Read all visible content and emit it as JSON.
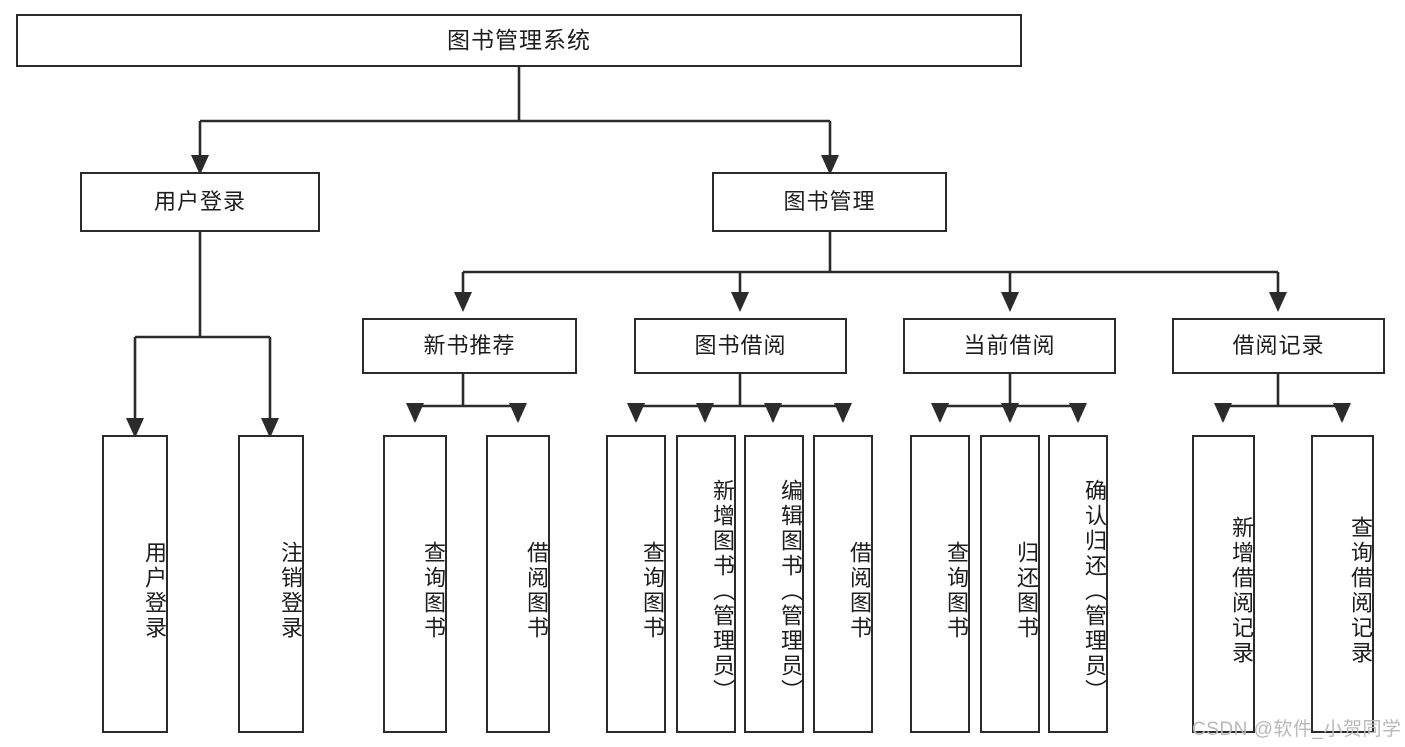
{
  "diagram": {
    "title": "图书管理系统",
    "type": "tree",
    "levels": {
      "root": {
        "label": "图书管理系统"
      },
      "level2": [
        {
          "label": "用户登录"
        },
        {
          "label": "图书管理"
        }
      ],
      "level3": [
        {
          "label": "新书推荐"
        },
        {
          "label": "图书借阅"
        },
        {
          "label": "当前借阅"
        },
        {
          "label": "借阅记录"
        }
      ]
    },
    "leaves": {
      "user_login": [
        {
          "label": "用户登录"
        },
        {
          "label": "注销登录"
        }
      ],
      "new_book_recommend": [
        {
          "label": "查询图书"
        },
        {
          "label": "借阅图书"
        }
      ],
      "book_borrow": [
        {
          "label": "查询图书"
        },
        {
          "label": "新增图书（管理员）"
        },
        {
          "label": "编辑图书（管理员）"
        },
        {
          "label": "借阅图书"
        }
      ],
      "current_borrow": [
        {
          "label": "查询图书"
        },
        {
          "label": "归还图书"
        },
        {
          "label": "确认归还（管理员）"
        }
      ],
      "borrow_record": [
        {
          "label": "新增借阅记录"
        },
        {
          "label": "查询借阅记录"
        }
      ]
    }
  },
  "watermark": {
    "text": "CSDN @软件_小贺同学"
  },
  "colors": {
    "stroke": "#2b2b2b",
    "background": "#ffffff",
    "text": "#1d1d1d",
    "watermark": "#b9b9b9"
  }
}
